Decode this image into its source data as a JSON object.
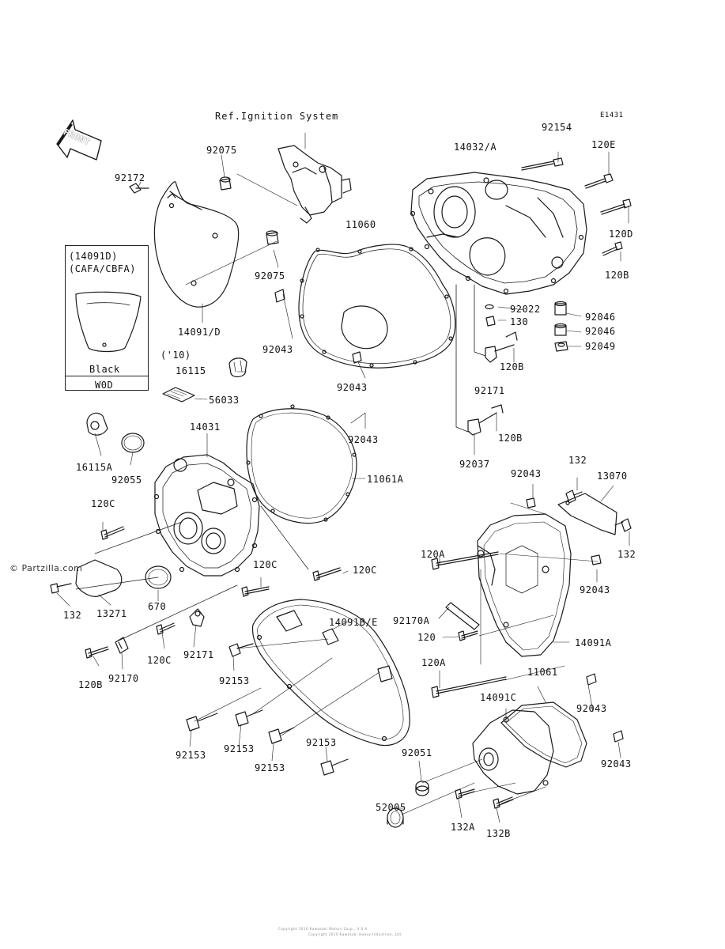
{
  "header": {
    "diagram_code": "E1431",
    "reference": "Ref.Ignition System",
    "front_label": "FRONT"
  },
  "inset": {
    "model_line1": "(14091D)",
    "model_line2": "(CAFA/CBFA)",
    "color_name": "Black",
    "color_code": "W0D"
  },
  "labels": {
    "p92154": "92154",
    "p14032A": "14032/A",
    "p120E": "120E",
    "p92075a": "92075",
    "p92172": "92172",
    "p11060": "11060",
    "p120D": "120D",
    "p120B_a": "120B",
    "p92075b": "92075",
    "p92022": "92022",
    "p92046a": "92046",
    "p130": "130",
    "p92046b": "92046",
    "p14091D": "14091/D",
    "p92049": "92049",
    "p92043a": "92043",
    "p10": "('10)",
    "p120B_b": "120B",
    "p16115": "16115",
    "p92043b": "92043",
    "p92171a": "92171",
    "p56033": "56033",
    "p120B_c": "120B",
    "p14031": "14031",
    "p92043c": "92043",
    "p92037": "92037",
    "p16115A": "16115A",
    "p92055": "92055",
    "p11061A": "11061A",
    "p132a": "132",
    "p92043d": "92043",
    "p13070": "13070",
    "p120C_a": "120C",
    "p132b": "132",
    "p120A_a": "120A",
    "p120C_b": "120C",
    "p120C_c": "120C",
    "p92043e": "92043",
    "p132c": "132",
    "p13271": "13271",
    "p670": "670",
    "p14091BE": "14091B/E",
    "p92170A": "92170A",
    "p120": "120",
    "p14091A": "14091A",
    "p120C_d": "120C",
    "p92171b": "92171",
    "p120B_d": "120B",
    "p92170": "92170",
    "p92153a": "92153",
    "p120A_b": "120A",
    "p11061": "11061",
    "p14091C": "14091C",
    "p92043f": "92043",
    "p92153b": "92153",
    "p92153c": "92153",
    "p92153d": "92153",
    "p92153e": "92153",
    "p92051": "92051",
    "p92043g": "92043",
    "p52005": "52005",
    "p132A": "132A",
    "p132B": "132B"
  },
  "watermark": "© Partzilla.com",
  "footer": {
    "line1": "Copyright 2010 Kawasaki Motors Corp., U.S.A.",
    "line2": "Copyright 2010 Kawasaki Heavy Industries, Ltd."
  }
}
